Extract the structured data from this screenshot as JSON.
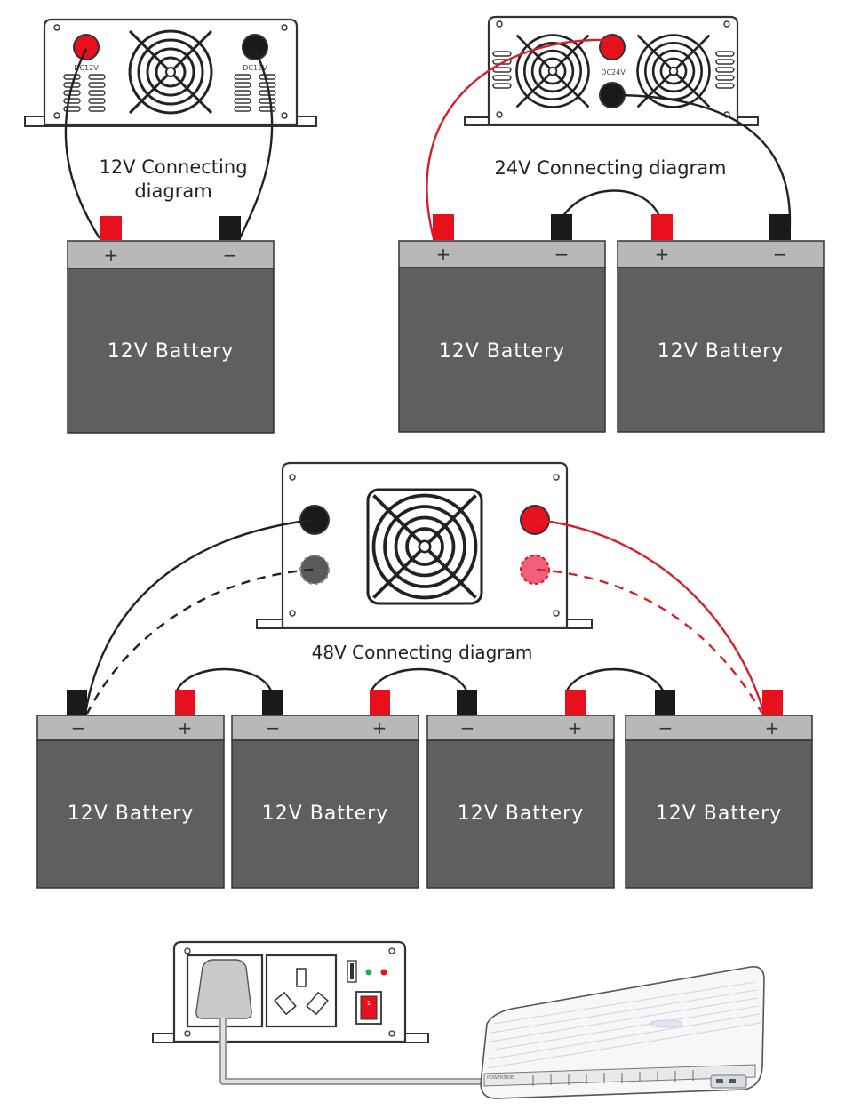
{
  "diagram_12v": {
    "title_line1": "12V Connecting",
    "title_line2": "diagram",
    "port_pos_label": "DC12V",
    "port_neg_label": "DC12V"
  },
  "diagram_24v": {
    "title": "24V Connecting diagram",
    "port_label": "DC24V"
  },
  "diagram_48v": {
    "title": "48V Connecting diagram"
  },
  "battery_label": "12V Battery",
  "plus_sign": "+",
  "minus_sign": "−",
  "switch_mark": "1",
  "ac_brand": "POWERSIDE",
  "colors": {
    "red": "#e8101c",
    "black": "#1a1a1a",
    "battery_body": "#5f5f5f",
    "battery_top": "#b8b8b8",
    "pink": "#f0607a"
  }
}
